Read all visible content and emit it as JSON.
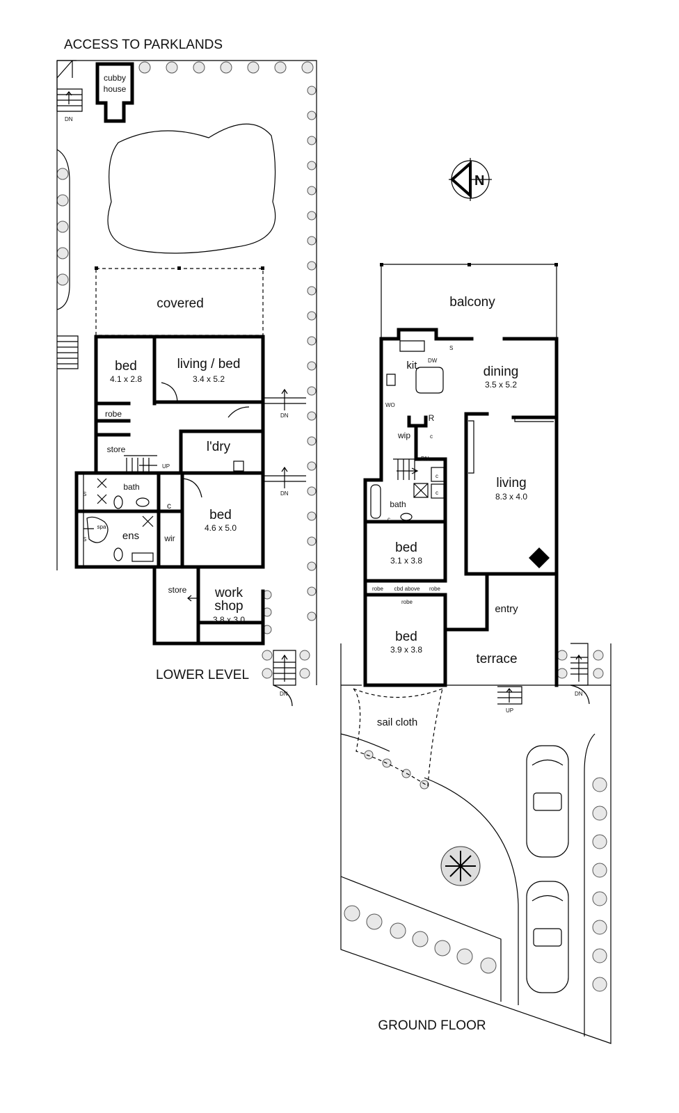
{
  "lower_level": {
    "access_label": "ACCESS TO PARKLANDS",
    "level_title": "LOWER LEVEL",
    "cubby_house": [
      "cubby",
      "house"
    ],
    "covered": "covered",
    "bed1": {
      "name": "bed",
      "size": "4.1 x 2.8"
    },
    "living_bed": {
      "name": "living / bed",
      "size": "3.4 x 5.2"
    },
    "robe": "robe",
    "store1": "store",
    "laundry": "l'dry",
    "up": "UP",
    "bath": "bath",
    "ens": "ens",
    "spa": "spa",
    "shower": "S",
    "cupboard": "c",
    "wir": "wir",
    "bed2": {
      "name": "bed",
      "size": "4.6 x 5.0"
    },
    "store2": "store",
    "workshop": {
      "name1": "work",
      "name2": "shop",
      "size": "3.8 x 3.0"
    },
    "dn": "DN"
  },
  "ground_floor": {
    "level_title": "GROUND FLOOR",
    "north": "N",
    "balcony": "balcony",
    "kitchen": "kit.",
    "dw": "DW",
    "s": "S",
    "wo": "WO",
    "r": "R",
    "wip": "wip",
    "c": "c",
    "dn": "DN",
    "up": "UP",
    "dining": {
      "name": "dining",
      "size": "3.5 x 5.2"
    },
    "living": {
      "name": "living",
      "size": "8.3 x 4.0"
    },
    "bath": "bath",
    "bed1": {
      "name": "bed",
      "size": "3.1 x 3.8"
    },
    "robe": "robe",
    "cbd_above": "cbd above",
    "bed2": {
      "name": "bed",
      "size": "3.9 x 3.8"
    },
    "entry": "entry",
    "terrace": "terrace",
    "sail_cloth": "sail cloth"
  }
}
